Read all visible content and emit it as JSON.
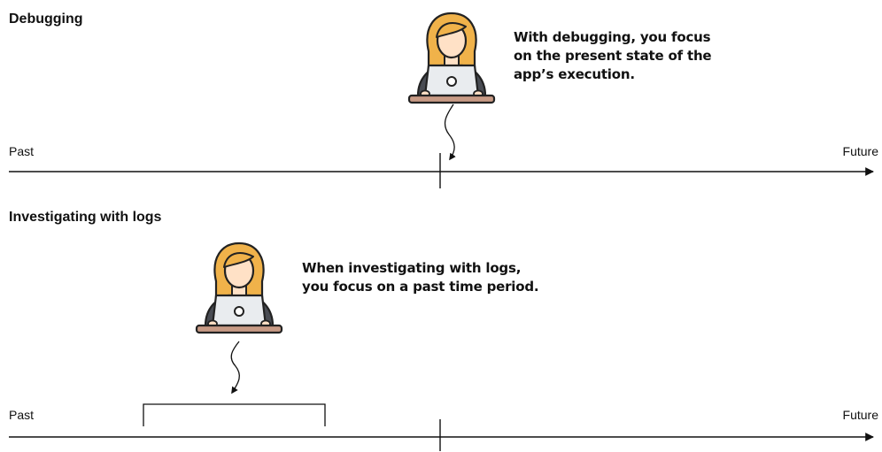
{
  "debugging": {
    "title": "Debugging",
    "callout": "With debugging, you focus\non the present state of the\napp’s execution.",
    "past_label": "Past",
    "future_label": "Future"
  },
  "logs": {
    "title": "Investigating with logs",
    "callout": "When investigating with logs,\nyou focus on a past time period.",
    "past_label": "Past",
    "future_label": "Future"
  },
  "colors": {
    "line": "#111111",
    "hair": "#f0b24a",
    "skin": "#ffe1c6",
    "clothes": "#494c53",
    "laptop": "#e9ecef",
    "desk": "#c79a85"
  },
  "icons": [
    "person-with-laptop-icon",
    "squiggle-arrow-icon"
  ]
}
